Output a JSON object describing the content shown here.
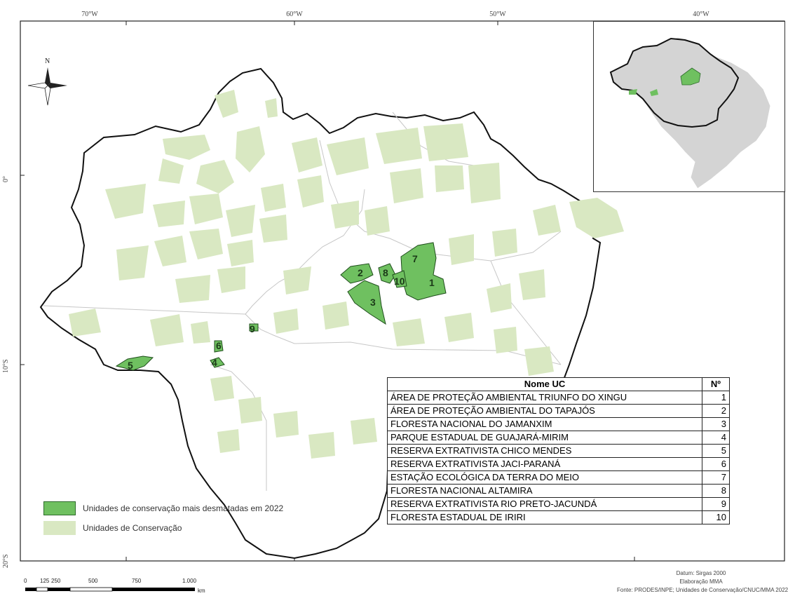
{
  "coords": {
    "top": [
      "70°W",
      "60°W",
      "50°W",
      "40°W"
    ],
    "left": [
      "0°",
      "10°S",
      "20°S"
    ]
  },
  "north_label": "N",
  "uc_labels": [
    "1",
    "2",
    "3",
    "4",
    "5",
    "6",
    "7",
    "8",
    "9",
    "10"
  ],
  "legend": {
    "items": [
      {
        "label": "Unidades de conservação mais desmatadas em 2022",
        "color": "#6fc060"
      },
      {
        "label": "Unidades de Conservação",
        "color": "#d9e8c2"
      }
    ]
  },
  "table": {
    "headers": [
      "Nome UC",
      "Nº"
    ],
    "rows": [
      {
        "name": "ÁREA DE PROTEÇÃO AMBIENTAL TRIUNFO DO XINGU",
        "num": "1"
      },
      {
        "name": "ÁREA DE PROTEÇÃO AMBIENTAL DO TAPAJÓS",
        "num": "2"
      },
      {
        "name": "FLORESTA NACIONAL DO JAMANXIM",
        "num": "3"
      },
      {
        "name": "PARQUE ESTADUAL DE GUAJARÁ-MIRIM",
        "num": "4"
      },
      {
        "name": "RESERVA EXTRATIVISTA CHICO MENDES",
        "num": "5"
      },
      {
        "name": "RESERVA EXTRATIVISTA JACI-PARANÁ",
        "num": "6"
      },
      {
        "name": "ESTAÇÃO ECOLÓGICA DA TERRA DO MEIO",
        "num": "7"
      },
      {
        "name": "FLORESTA NACIONAL ALTAMIRA",
        "num": "8"
      },
      {
        "name": "RESERVA EXTRATIVISTA RIO PRETO-JACUNDÁ",
        "num": "9"
      },
      {
        "name": "FLORESTA ESTADUAL DE IRIRI",
        "num": "10"
      }
    ]
  },
  "scale": {
    "ticks": [
      "0",
      "125",
      "250",
      "500",
      "750",
      "1.000"
    ],
    "unit": "km"
  },
  "credits": {
    "datum": "Datum: Sirgas 2000",
    "elaboracao": "Elaboração MMA",
    "fonte": "Fonte: PRODES/INPE; Unidades de Conservação/CNUC/MMA 2022"
  },
  "colors": {
    "highlight": "#6fc060",
    "protected": "#d9e8c2",
    "inset_land": "#d4d4d4"
  }
}
